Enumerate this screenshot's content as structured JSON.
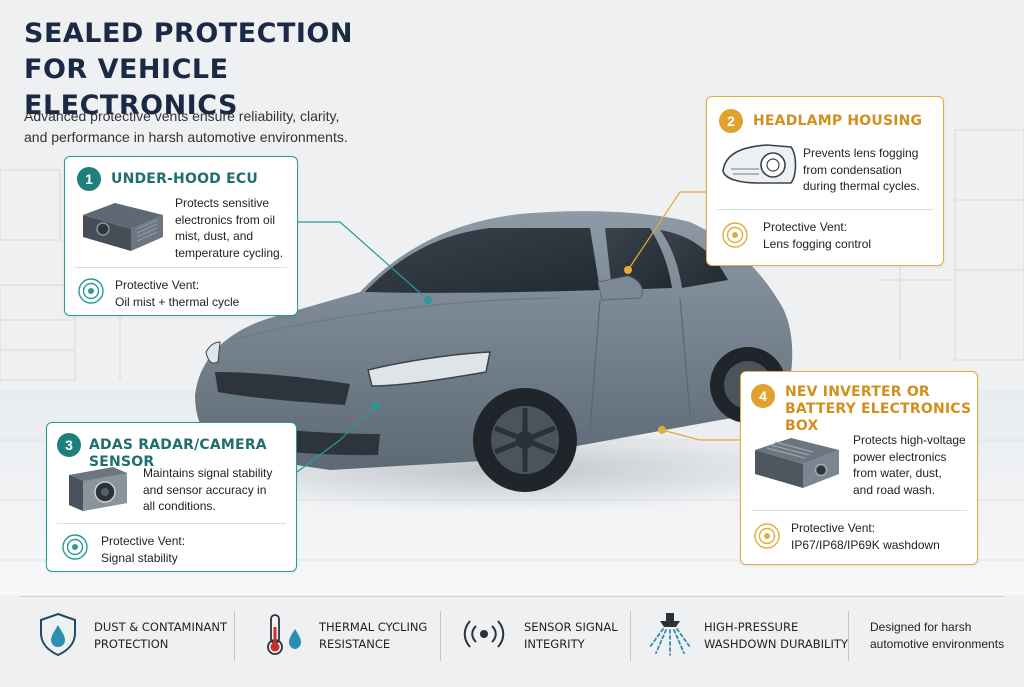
{
  "header": {
    "title_line1": "SEALED PROTECTION",
    "title_line2": "FOR VEHICLE ELECTRONICS",
    "subtitle_line1": "Advanced protective vents ensure reliability, clarity,",
    "subtitle_line2": "and performance in harsh automotive environments."
  },
  "callouts": [
    {
      "number": "1",
      "title": "UNDER-HOOD ECU",
      "desc": [
        "Protects sensitive",
        "electronics from oil",
        "mist, dust, and",
        "temperature cycling."
      ],
      "vent_label": "Protective Vent:",
      "vent_value": "Oil mist + thermal cycle",
      "accent": "#2a9a96",
      "device_icon": "ecu-module-icon"
    },
    {
      "number": "2",
      "title": "HEADLAMP HOUSING",
      "desc": [
        "Prevents lens fogging",
        "from condensation",
        "during thermal cycles."
      ],
      "vent_label": "Protective Vent:",
      "vent_value": "Lens fogging control",
      "accent": "#e2ad3c",
      "device_icon": "headlamp-icon"
    },
    {
      "number": "3",
      "title": "ADAS RADAR/CAMERA SENSOR",
      "desc": [
        "Maintains signal stability",
        "and sensor accuracy in",
        "all conditions."
      ],
      "vent_label": "Protective Vent:",
      "vent_value": "Signal stability",
      "accent": "#2a9a96",
      "device_icon": "camera-sensor-icon"
    },
    {
      "number": "4",
      "title_line1": "NEV INVERTER OR",
      "title_line2": "BATTERY ELECTRONICS BOX",
      "desc": [
        "Protects high-voltage",
        "power electronics",
        "from water, dust,",
        "and road wash."
      ],
      "vent_label": "Protective Vent:",
      "vent_value": "IP67/IP68/IP69K washdown",
      "accent": "#e2ad3c",
      "device_icon": "battery-box-icon"
    }
  ],
  "footer": {
    "items": [
      {
        "icon": "shield-drop-icon",
        "line1": "DUST & CONTAMINANT",
        "line2": "PROTECTION"
      },
      {
        "icon": "thermometer-drop-icon",
        "line1": "THERMAL CYCLING",
        "line2": "RESISTANCE"
      },
      {
        "icon": "signal-waves-icon",
        "line1": "SENSOR SIGNAL",
        "line2": "INTEGRITY"
      },
      {
        "icon": "spray-nozzle-icon",
        "line1": "HIGH-PRESSURE",
        "line2": "WASHDOWN DURABILITY"
      }
    ],
    "tagline_line1": "Designed for harsh",
    "tagline_line2": "automotive environments"
  },
  "colors": {
    "teal": "#2a9a96",
    "gold": "#e2ad3c",
    "navy": "#1b2a44",
    "car_body": "#7a8895"
  }
}
